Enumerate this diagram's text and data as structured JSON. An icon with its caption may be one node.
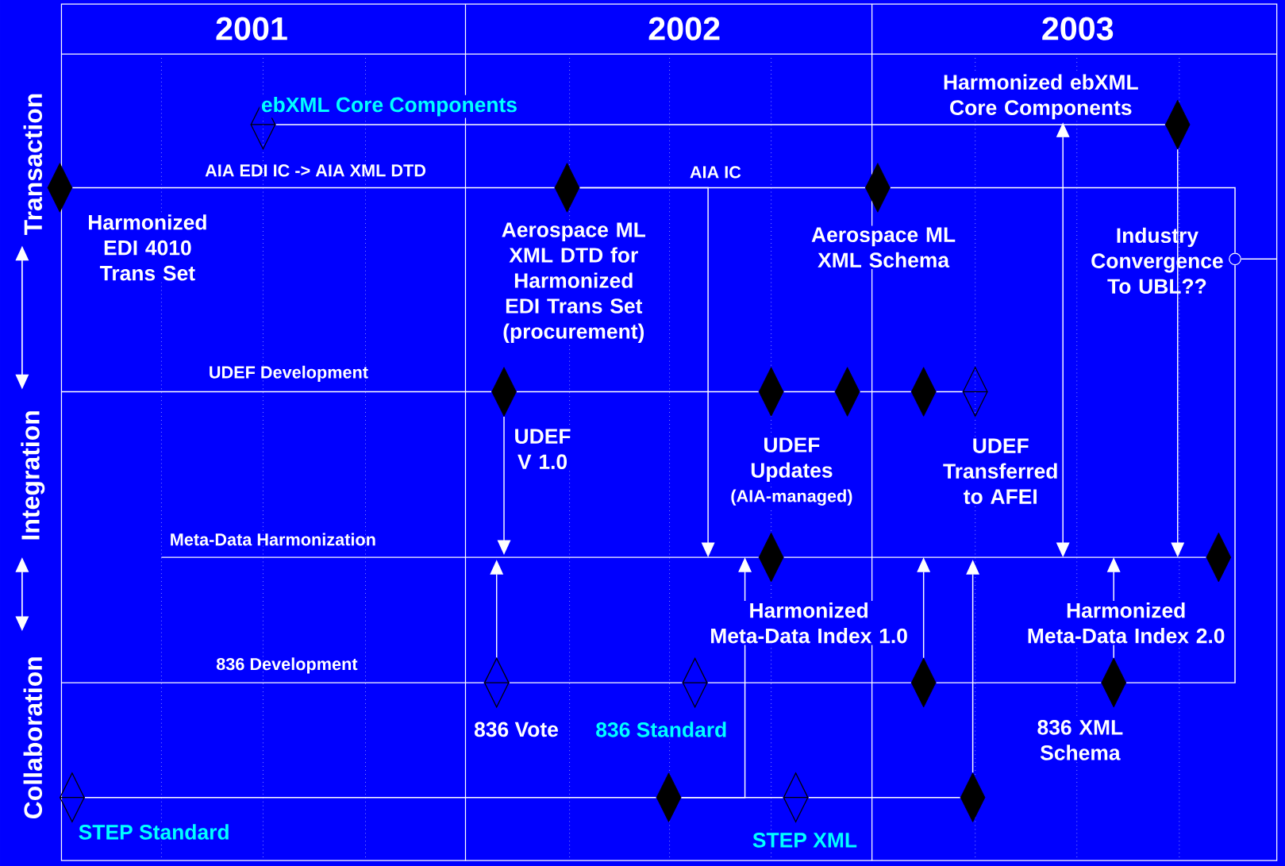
{
  "diagram": {
    "nodes": [
      {
        "text": [
          "ebXML Core Components"
        ]
      },
      {
        "text": [],
        "shape": "diamond"
      },
      {
        "text": [
          "Harmonized EDI 4010 Trans Set"
        ]
      },
      {
        "text": [
          "Aerospace ML XML DTD for Harmonized EDI Trans Set (procurement)"
        ]
      },
      {
        "text": [
          "Aerospace ML XML Schema"
        ]
      },
      {
        "text": [],
        "shape": "circle"
      },
      {
        "text": [
          "UDEF V 1.0"
        ]
      },
      {
        "text": [
          "UDEF Updates",
          "(AIA-managed)"
        ]
      },
      {
        "text": [],
        "shape": "diamond"
      },
      {
        "text": [],
        "shape": "diamond"
      },
      {
        "text": [
          "UDEF Transferred to AFEI"
        ]
      },
      {
        "text": [
          "Harmonized Meta-Data Index 1.0"
        ]
      },
      {
        "text": [
          "Harmonized Meta-Data Index 2.0"
        ]
      },
      {
        "text": [
          "836 Vote"
        ]
      },
      {
        "text": [
          "836 Standard"
        ]
      },
      {
        "text": [],
        "shape": "diamond"
      },
      {
        "text": [
          "836 XML Schema"
        ]
      },
      {
        "text": [
          "STEP Standard"
        ]
      },
      {
        "text": [],
        "shape": "diamond"
      },
      {
        "text": [
          "STEP XML"
        ]
      },
      {
        "text": [],
        "shape": "diamond"
      },
      {
        "text": [
          "Harmonized ebXML Core Components"
        ]
      }
    ],
    "edges": [
      {
        "from": 0,
        "to": 1,
        "arrow": "none"
      },
      {
        "from": 2,
        "to": 3,
        "arrow": "none",
        "label": "AIA EDI IC -> AIA XML DTD"
      },
      {
        "from": 3,
        "to": 4,
        "arrow": "none",
        "label": "AIA IC"
      },
      {
        "from": 4,
        "to": 5,
        "arrow": "none"
      },
      {
        "from": 5,
        "to": null,
        "arrow": "none"
      },
      {
        "from": null,
        "to": 6,
        "arrow": "none",
        "label": "UDEF Development"
      },
      {
        "from": 6,
        "to": 7,
        "arrow": "none"
      },
      {
        "from": 7,
        "to": 8,
        "arrow": "none"
      },
      {
        "from": 8,
        "to": 9,
        "arrow": "none"
      },
      {
        "from": 9,
        "to": 10,
        "arrow": "none"
      },
      {
        "from": null,
        "to": 11,
        "arrow": "none",
        "label": "Meta-Data Harmonization"
      },
      {
        "from": 11,
        "to": 12,
        "arrow": "none"
      },
      {
        "from": null,
        "to": 13,
        "arrow": "none",
        "label": "836 Development"
      },
      {
        "from": 13,
        "to": 14,
        "arrow": "none"
      },
      {
        "from": 14,
        "to": 15,
        "arrow": "none"
      },
      {
        "from": 15,
        "to": 16,
        "arrow": "none"
      },
      {
        "from": 16,
        "to": 5,
        "arrow": "none"
      },
      {
        "from": 17,
        "to": 18,
        "arrow": "none"
      },
      {
        "from": 18,
        "to": 19,
        "arrow": "none"
      },
      {
        "from": 19,
        "to": 20,
        "arrow": "none"
      },
      {
        "from": 6,
        "to": null,
        "arrow": "to"
      },
      {
        "from": 13,
        "to": null,
        "arrow": "to"
      },
      {
        "from": 3,
        "to": 11,
        "arrow": "to"
      },
      {
        "from": 21,
        "to": 12,
        "arrow": "both"
      },
      {
        "from": 1,
        "to": 12,
        "arrow": "to"
      },
      {
        "from": 15,
        "to": 11,
        "arrow": "to"
      },
      {
        "from": 16,
        "to": 12,
        "arrow": "to"
      },
      {
        "from": 18,
        "to": 11,
        "arrow": "to"
      },
      {
        "from": 20,
        "to": null,
        "arrow": "to"
      }
    ],
    "labels": [
      "2001",
      "2002",
      "2003",
      "Transaction",
      "Integration",
      "Collaboration",
      "Industry Convergence To UBL??"
    ]
  }
}
